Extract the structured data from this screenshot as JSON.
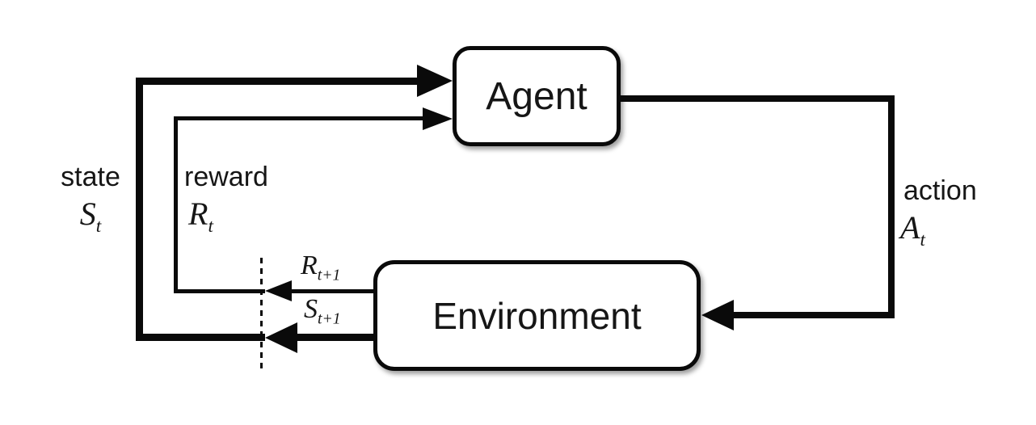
{
  "nodes": {
    "agent": {
      "label": "Agent"
    },
    "environment": {
      "label": "Environment"
    }
  },
  "labels": {
    "state": {
      "word": "state",
      "base": "S",
      "sub": "t"
    },
    "reward": {
      "word": "reward",
      "base": "R",
      "sub": "t"
    },
    "action": {
      "word": "action",
      "base": "A",
      "sub": "t"
    },
    "next_reward": {
      "base": "R",
      "sub": "t+1"
    },
    "next_state": {
      "base": "S",
      "sub": "t+1"
    }
  },
  "colors": {
    "line": "#0a0a0a",
    "box_fill": "#ffffff",
    "background": "#ffffff"
  }
}
